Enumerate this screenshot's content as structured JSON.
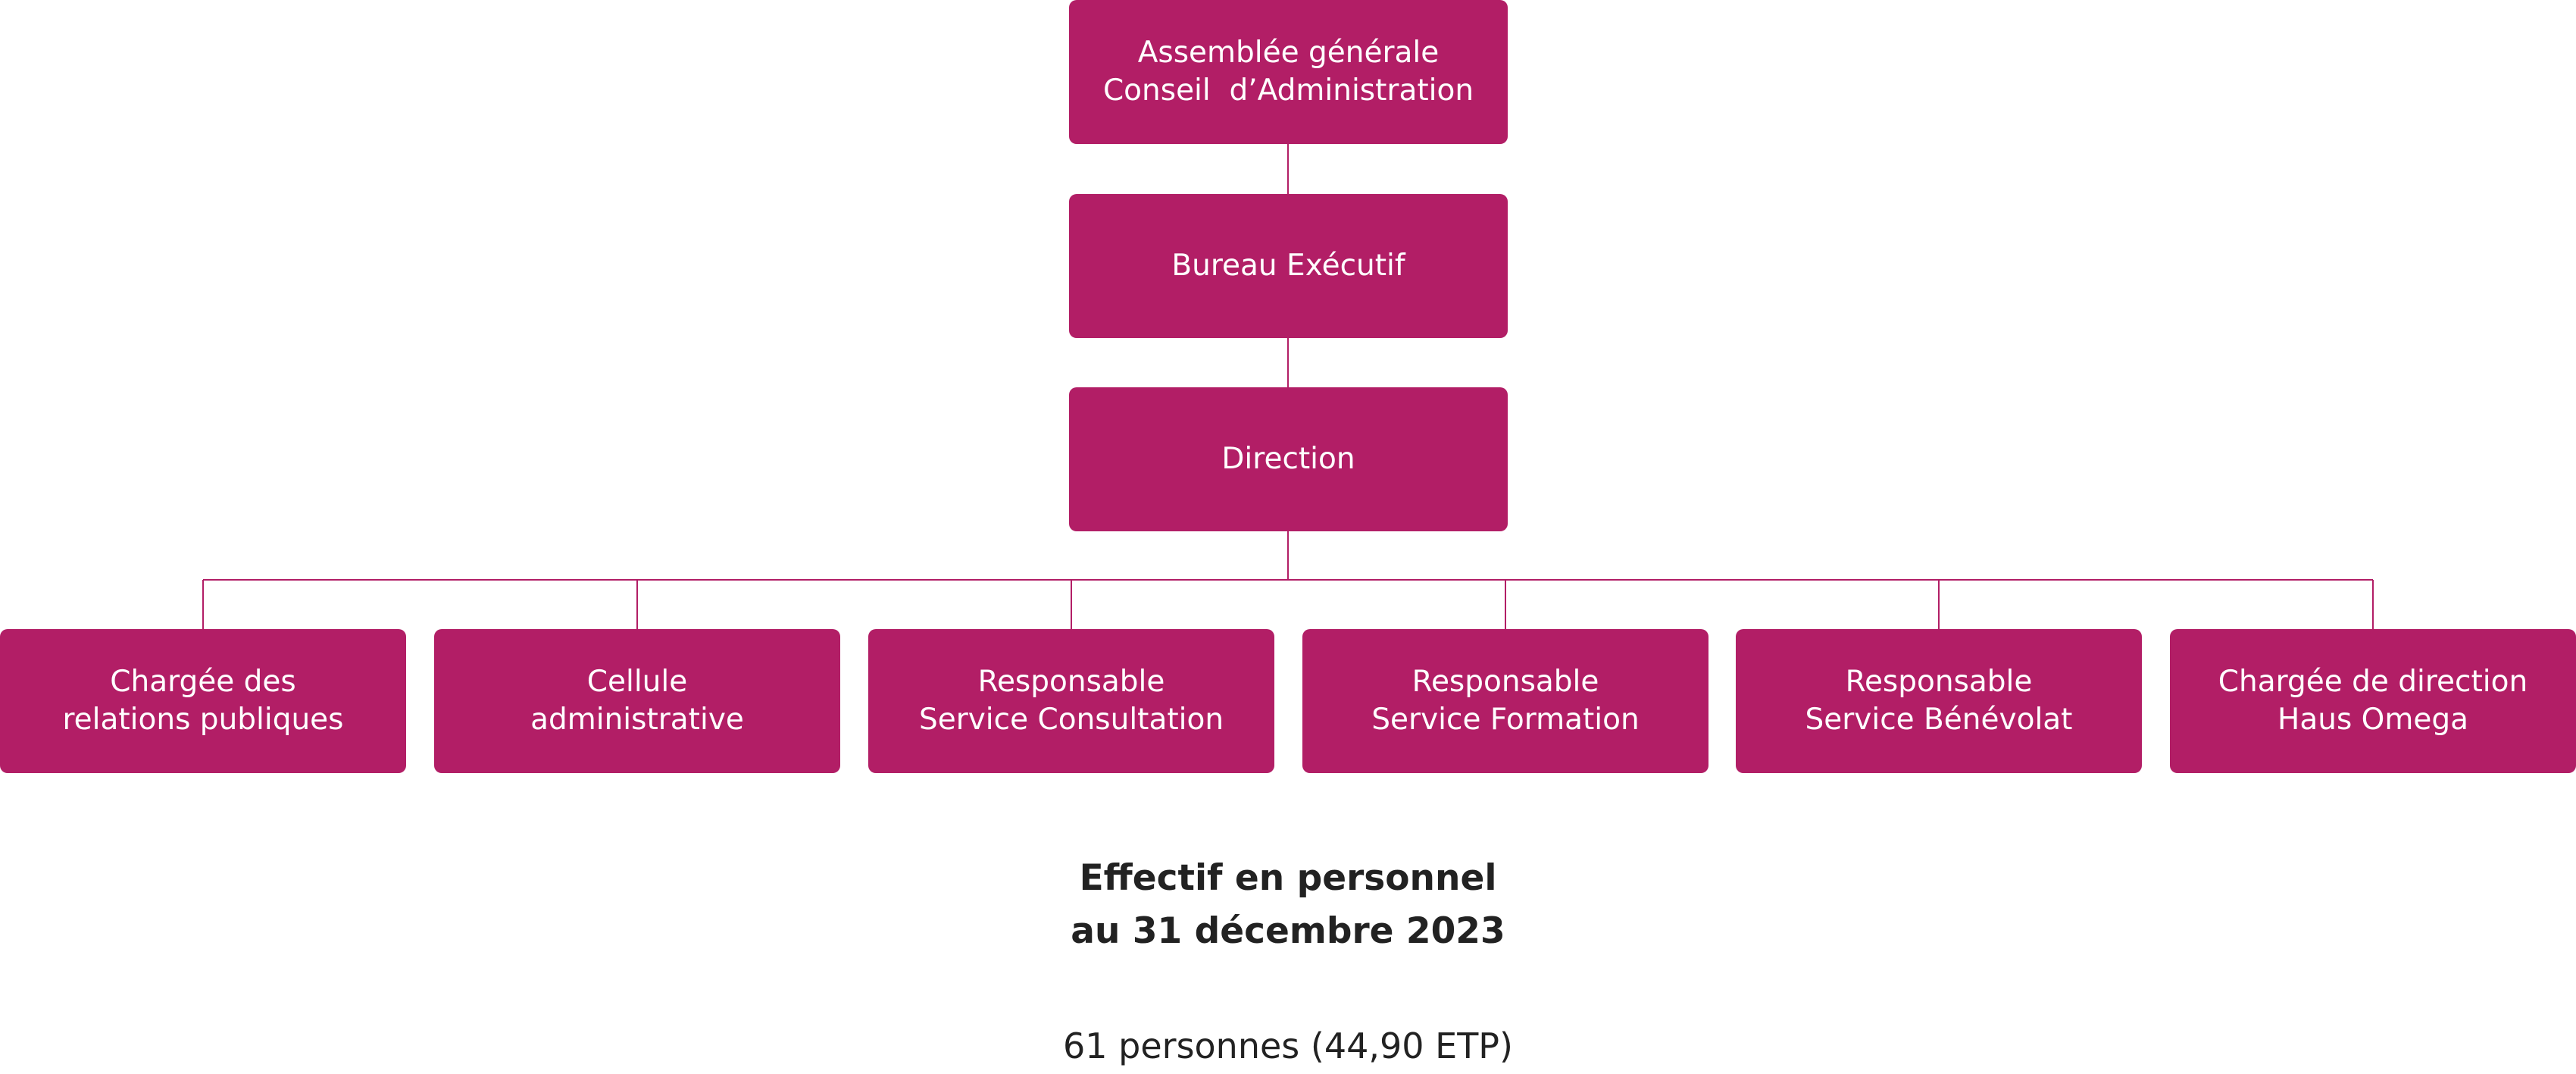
{
  "colors": {
    "box_fill": "#b21e66",
    "box_text": "#ffffff",
    "connector": "#b21e66",
    "body_text": "#222222"
  },
  "org_chart": {
    "top": {
      "governance": {
        "line1": "Assemblée générale",
        "line2": "Conseil  d’Administration"
      },
      "executive": {
        "label": "Bureau Exécutif"
      },
      "direction": {
        "label": "Direction"
      }
    },
    "units": [
      {
        "line1": "Chargée des",
        "line2": "relations publiques"
      },
      {
        "line1": "Cellule",
        "line2": "administrative"
      },
      {
        "line1": "Responsable",
        "line2": "Service Consultation"
      },
      {
        "line1": "Responsable",
        "line2": "Service Formation"
      },
      {
        "line1": "Responsable",
        "line2": "Service Bénévolat"
      },
      {
        "line1": "Chargée de direction",
        "line2": "Haus Omega"
      }
    ]
  },
  "staff": {
    "heading_line1": "Effectif en personnel",
    "heading_line2": "au 31 décembre 2023",
    "count": "61 personnes (44,90 ETP)"
  }
}
